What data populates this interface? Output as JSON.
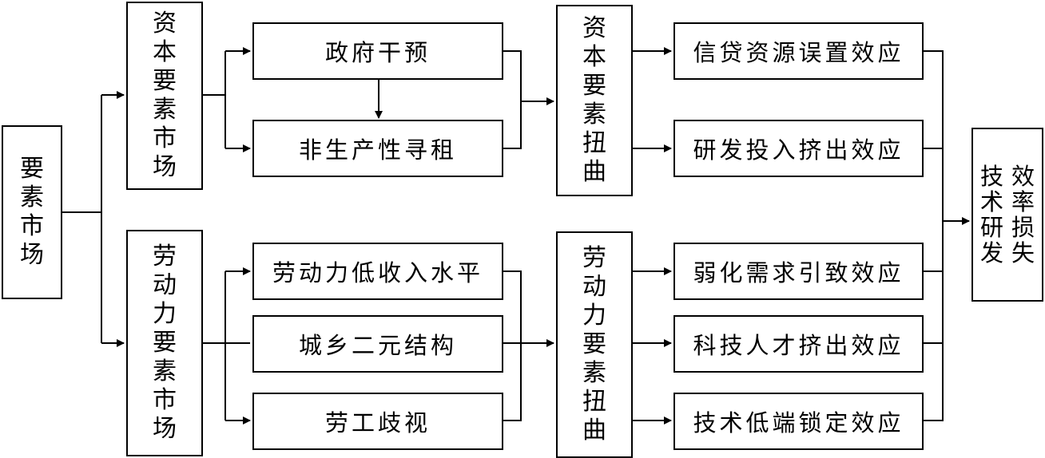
{
  "nodes": {
    "factor_market": "要素市场",
    "capital_market": "资本要素市场",
    "labor_market": "劳动力要素市场",
    "gov_intervention": "政府干预",
    "rent_seeking": "非生产性寻租",
    "low_income": "劳动力低收入水平",
    "dual_structure": "城乡二元结构",
    "labor_discrimination": "劳工歧视",
    "capital_distortion": "资本要素扭曲",
    "labor_distortion": "劳动力要素扭曲",
    "credit_misallocation": "信贷资源误置效应",
    "rd_crowding": "研发投入挤出效应",
    "demand_weakening": "弱化需求引致效应",
    "talent_crowding": "科技人才挤出效应",
    "low_end_lock": "技术低端锁定效应",
    "tech_rd": "技术研发",
    "efficiency_loss": "效率损失"
  }
}
